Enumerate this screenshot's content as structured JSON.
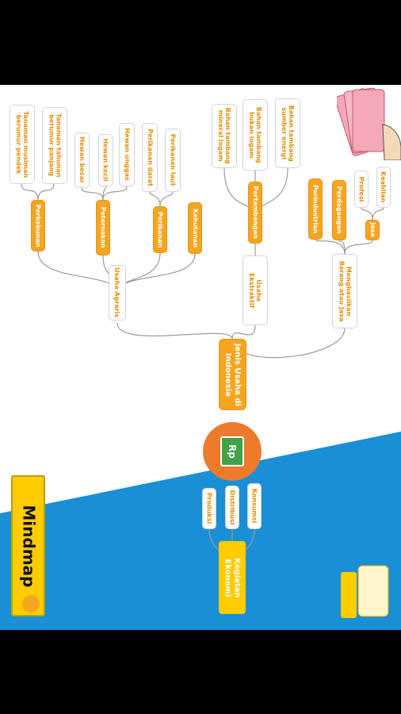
{
  "header": {
    "mindmap_label": "Mindmap"
  },
  "center": {
    "icon_text": "Rp",
    "root": "Jenis Usaha di\nIndonesia"
  },
  "branches": {
    "agraris": "Usaha Agraris",
    "ekstraktif": "Usaha\nEkstraktif",
    "barang_jasa": "Menghasilkan\nBarang atau Jasa"
  },
  "groups": {
    "perkebunan": "Perkebunan",
    "peternakan": "Peternakan",
    "perikanan": "Perikanan",
    "kehutanan": "Kehutanan",
    "pertambangan": "Pertambangan",
    "perindustrian": "Perindustrian",
    "perdagangan": "Perdagangan",
    "jasa": "Jasa"
  },
  "leaves": {
    "tanaman_pendek": "Tanaman musiman\nberumur pendek",
    "tanaman_panjang": "Tanaman tahunan\nberumur panjang",
    "hewan_besar": "Hewan besar",
    "hewan_kecil": "Hewan kecil",
    "hewan_unggas": "Hewan unggas",
    "perikanan_darat": "Perikanan darat",
    "perikanan_laut": "Perikanan laut",
    "bahan_mineral": "Bahan tambang\nmineral logam",
    "bahan_bukan": "Bahan tambang\nbukan logam",
    "bahan_energi": "Bahan tambang\nsumber energi",
    "profesi": "Profesi",
    "keahlian": "Keahlian"
  },
  "kegiatan": {
    "title": "Kegiatan\nEkonomi",
    "items": [
      "Produksi",
      "Distribusi",
      "Konsumsi"
    ]
  },
  "colors": {
    "orange": "#f6a51f",
    "blue": "#1a8fd6",
    "yellow": "#ffcc00",
    "green": "#3fa447"
  }
}
